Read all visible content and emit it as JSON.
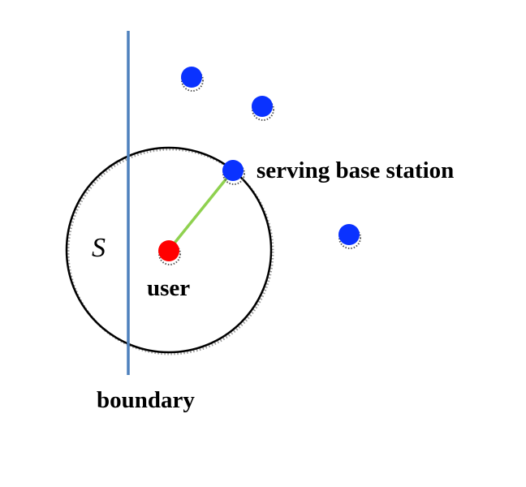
{
  "labels": {
    "region": "S",
    "user": "user",
    "serving_station": "serving base station",
    "boundary": "boundary"
  },
  "colors": {
    "boundary_line": "#4f81bd",
    "user_node": "#ff0000",
    "base_station": "#0a32ff",
    "connection_link": "#8fd14f",
    "circle": "#000000"
  },
  "counts": {
    "base_stations": 4
  }
}
